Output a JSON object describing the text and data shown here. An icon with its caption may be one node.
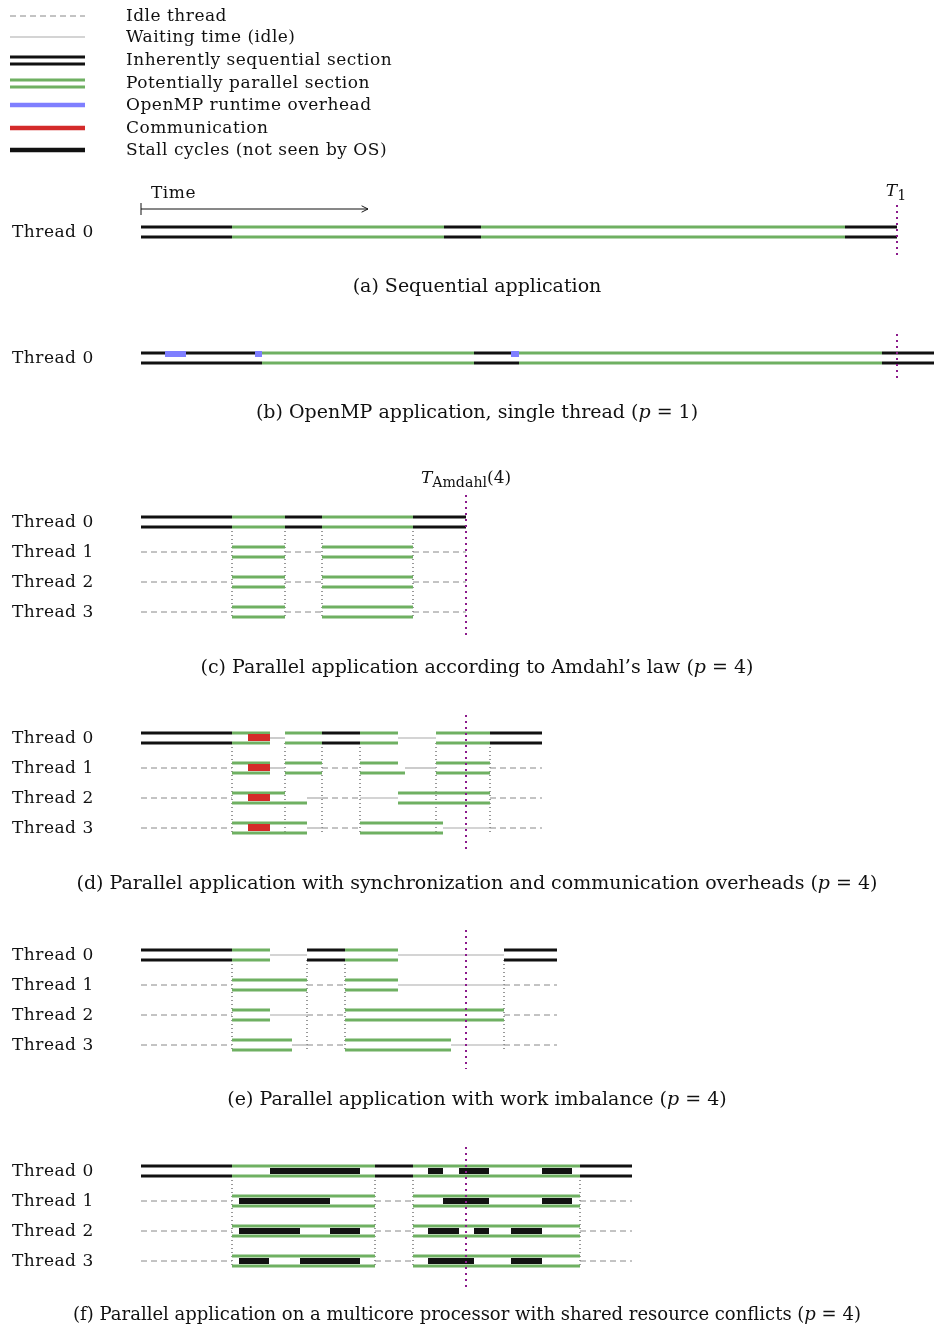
{
  "diagram": {
    "labels": [
      "Time",
      "*T*$_{1}$",
      "Thread 0",
      "(a) Sequential application",
      "Thread 0",
      "(b) OpenMP application, single thread (*p* = 1)",
      "*T*$_{Amdahl}$(4)",
      "Thread 0",
      "Thread 1",
      "Thread 2",
      "Thread 3",
      "(c) Parallel application according to Amdahl’s law (*p* = 4)",
      "Thread 0",
      "Thread 1",
      "Thread 2",
      "Thread 3",
      "(d) Parallel application with synchronization and communication overheads (*p* = 4)",
      "Thread 0",
      "Thread 1",
      "Thread 2",
      "Thread 3",
      "(e) Parallel application with work imbalance (*p* = 4)",
      "Thread 0",
      "Thread 1",
      "Thread 2",
      "Thread 3",
      "(f) Parallel application on a multicore processor with shared resource conflicts (*p* = 4)"
    ],
    "legend": [
      {
        "text": "Idle thread"
      },
      {
        "text": "Waiting time (idle)"
      },
      {
        "text": "Inherently sequential section"
      },
      {
        "text": "Potentially parallel section"
      },
      {
        "text": "OpenMP runtime overhead"
      },
      {
        "text": "Communication"
      },
      {
        "text": "Stall cycles (not seen by OS)"
      }
    ]
  }
}
